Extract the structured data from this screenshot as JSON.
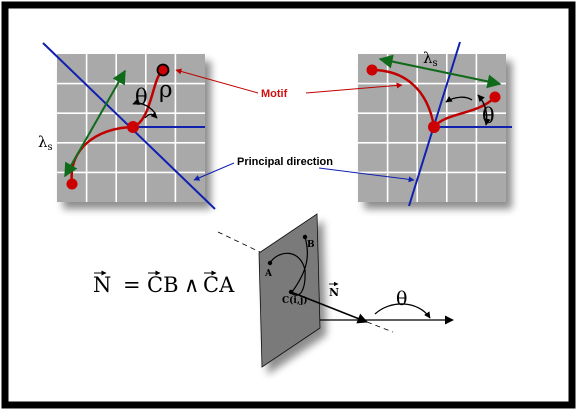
{
  "labels": {
    "motif": "Motif",
    "principal_direction": "Principal direction",
    "theta": "θ",
    "rho": "ρ",
    "lambda": "λ",
    "lambda_sub": "s",
    "point_a": "A",
    "point_b": "B",
    "point_c": "C(i,j)",
    "normal": "N"
  },
  "formula": {
    "lhs": "N",
    "eq": "=",
    "cb": "CB",
    "wedge": "∧",
    "ca": "CA"
  },
  "colors": {
    "frame": "#000000",
    "grid_fill": "#a9a9a9",
    "grid_line": "#ffffff",
    "motif_curve": "#c00000",
    "motif_dot": "#cc0000",
    "principal": "#1020b0",
    "lambda_arrow": "#0f6a1a",
    "motif_label": "#d01010",
    "plane_fill": "#7a7a7a"
  }
}
